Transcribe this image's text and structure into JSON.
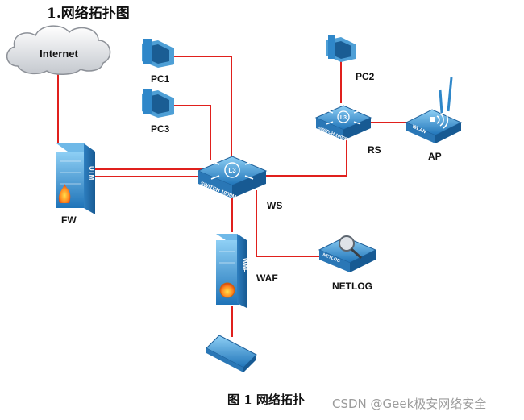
{
  "title": "1.网络拓扑图",
  "caption": "图 1 网络拓扑",
  "watermark": "CSDN @Geek极安网络安全",
  "nodes": {
    "internet": "Internet",
    "fw": "FW",
    "fw_device_text": "UTM",
    "pc1": "PC1",
    "pc2": "PC2",
    "pc3": "PC3",
    "ws": "WS",
    "rs": "RS",
    "ap": "AP",
    "ap_device_text": "WLAN",
    "waf": "WAF",
    "waf_device_text": "WAF",
    "netlog": "NETLOG",
    "netlog_device_text": "NETLOG",
    "switch_core_text": "L3",
    "switch_side_text": "SWITCH 1000M"
  },
  "colors": {
    "link": "#e0201d",
    "device_blue": "#2f87c9",
    "device_dark": "#1d5f99",
    "cloud": "#c9ccd1"
  },
  "icons": [
    "cloud-icon",
    "firewall-icon",
    "pc-icon",
    "l3-switch-icon",
    "wlan-ap-icon",
    "waf-icon",
    "netlog-icon",
    "server-icon"
  ]
}
